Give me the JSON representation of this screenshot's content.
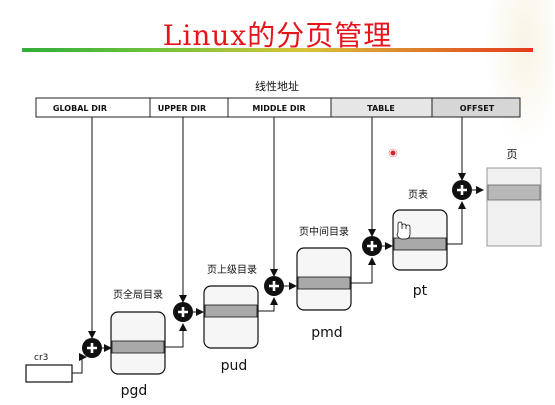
{
  "title": "Linux的分页管理",
  "diagram": {
    "linear_address_label": "线性地址",
    "fields": [
      {
        "label": "GLOBAL DIR",
        "shaded": false
      },
      {
        "label": "UPPER DIR",
        "shaded": false
      },
      {
        "label": "MIDDLE DIR",
        "shaded": false
      },
      {
        "label": "TABLE",
        "shaded": true
      },
      {
        "label": "OFFSET",
        "shaded": true
      }
    ],
    "cr3_label": "cr3",
    "tables": [
      {
        "caption": "页全局目录",
        "name": "pgd"
      },
      {
        "caption": "页上级目录",
        "name": "pud"
      },
      {
        "caption": "页中间目录",
        "name": "pmd"
      },
      {
        "caption": "页表",
        "name": "pt"
      }
    ],
    "page_label": "页"
  }
}
